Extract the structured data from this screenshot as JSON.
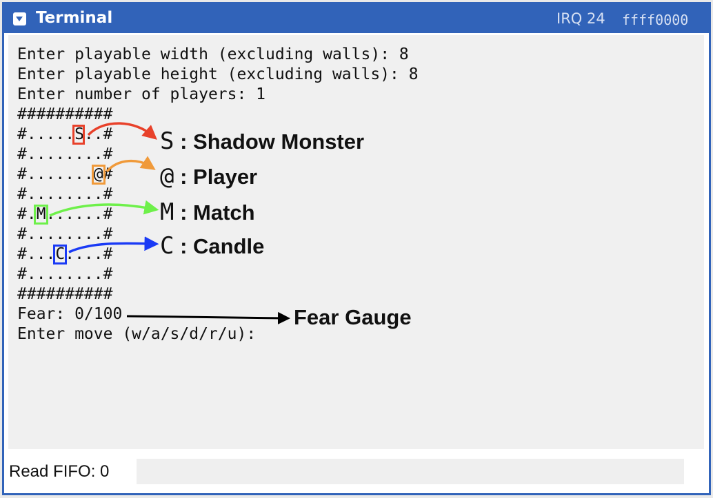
{
  "header": {
    "title": "Terminal",
    "irq": "IRQ 24",
    "address": "ffff0000",
    "toggle_icon": "caret-down-icon"
  },
  "terminal": {
    "lines": [
      "Enter playable width (excluding walls): 8",
      "Enter playable height (excluding walls): 8",
      "Enter number of players: 1",
      "##########",
      "#.....S..#",
      "#........#",
      "#.......@#",
      "#........#",
      "#.M......#",
      "#........#",
      "#...C....#",
      "#........#",
      "##########",
      "Fear: 0/100",
      "Enter move (w/a/s/d/r/u):"
    ]
  },
  "annotations": {
    "shadow": {
      "glyph": "S",
      "label": ": Shadow Monster",
      "color": "#e8412a"
    },
    "player": {
      "glyph": "@",
      "label": ": Player",
      "color": "#f09a3a"
    },
    "match": {
      "glyph": "M",
      "label": ": Match",
      "color": "#6ef04a"
    },
    "candle": {
      "glyph": "C",
      "label": ": Candle",
      "color": "#1a3af5"
    },
    "fear": {
      "label": "Fear Gauge",
      "color": "#000000"
    }
  },
  "footer": {
    "read_fifo": "Read FIFO: 0"
  }
}
